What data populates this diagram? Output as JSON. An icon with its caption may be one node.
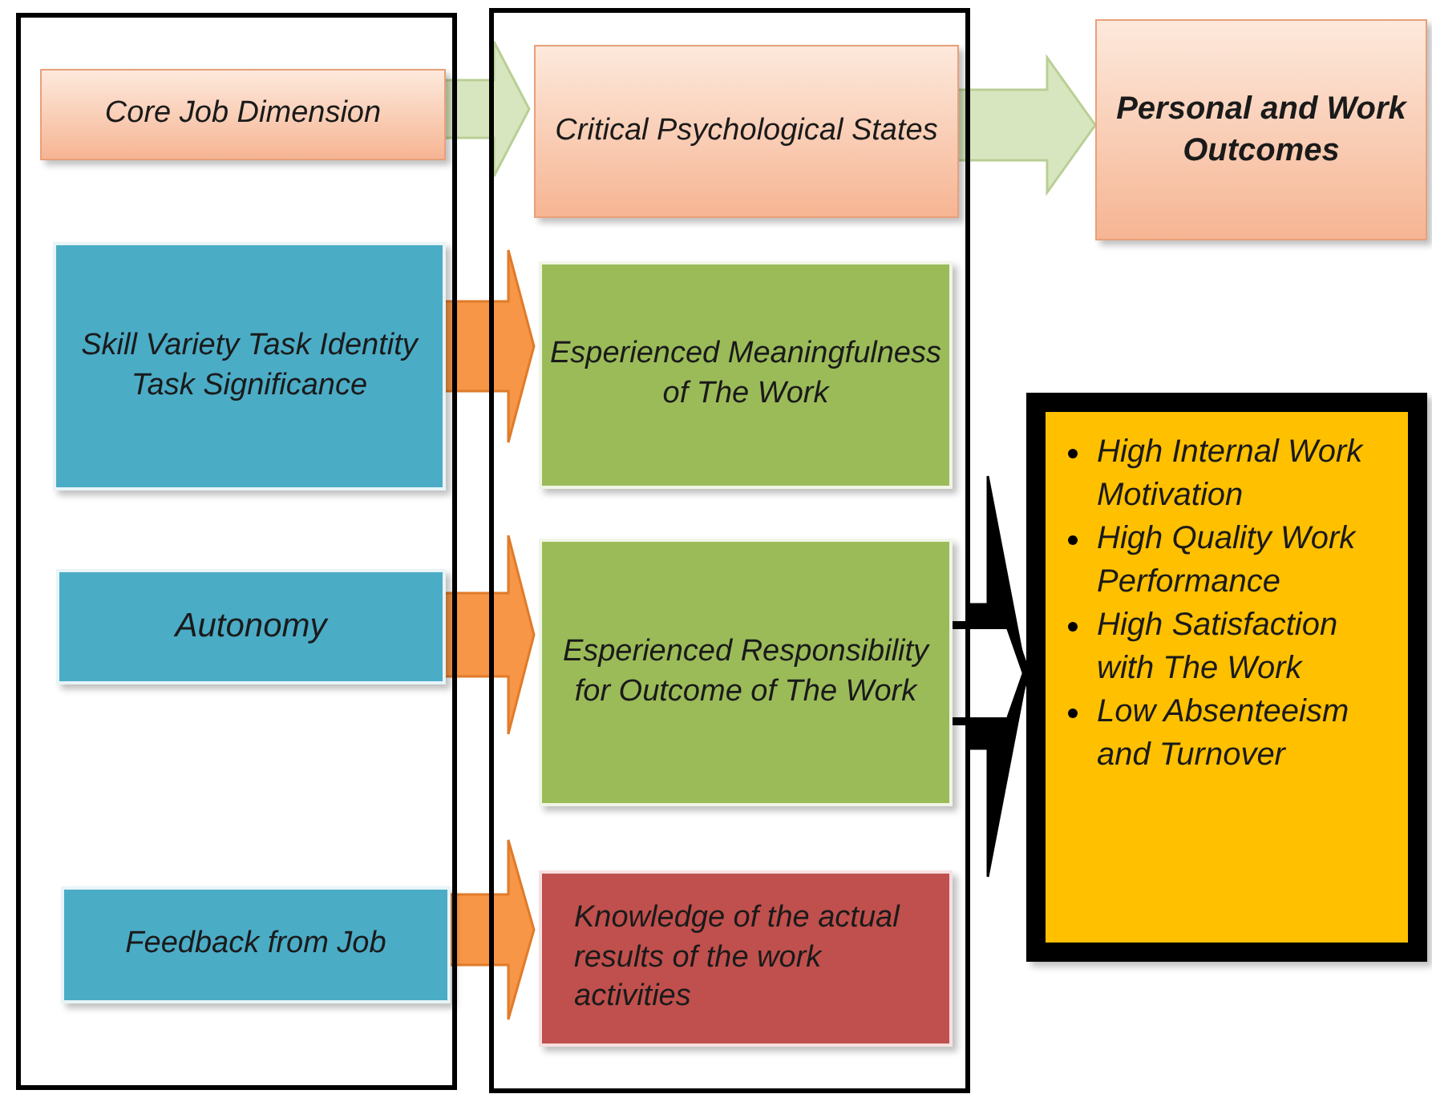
{
  "diagram": {
    "nodes": [
      {
        "text": [],
        "shape": "box"
      },
      {
        "text": [
          "Core Job Dimension"
        ],
        "in": 0
      },
      {
        "text": [
          "Skill Variety Task Identity Task Significance"
        ],
        "in": 0
      },
      {
        "text": [
          "Autonomy"
        ],
        "in": 0
      },
      {
        "text": [
          "Feedback from Job"
        ],
        "in": 0
      },
      {
        "text": [],
        "shape": "box"
      },
      {
        "text": [
          "Critical Psychological States"
        ],
        "in": 5
      },
      {
        "text": [
          "Esperienced Meaningfulness of The Work"
        ],
        "in": 5
      },
      {
        "text": [
          "Esperienced Responsibility for Outcome of The Work"
        ],
        "in": 5
      },
      {
        "text": [
          "Knowledge of the actual results of the work activities"
        ],
        "in": 5
      },
      {
        "text": [
          "Personal and Work Outcomes"
        ]
      },
      {
        "text": [
          "High Internal Work Motivation",
          "High Quality Work Performance",
          "High Satisfaction with The Work",
          "Low Absenteeism and Turnover"
        ]
      }
    ],
    "edges": [
      {
        "from": 1,
        "to": 6,
        "arrow": "to"
      },
      {
        "from": 6,
        "to": 10,
        "arrow": "to"
      },
      {
        "from": 2,
        "to": 7,
        "arrow": "to"
      },
      {
        "from": 3,
        "to": 8,
        "arrow": "to"
      },
      {
        "from": 4,
        "to": 9,
        "arrow": "to"
      },
      {
        "from": 5,
        "to": 11,
        "arrow": "to"
      },
      {
        "from": 8,
        "to": 11,
        "arrow": "to"
      }
    ]
  }
}
